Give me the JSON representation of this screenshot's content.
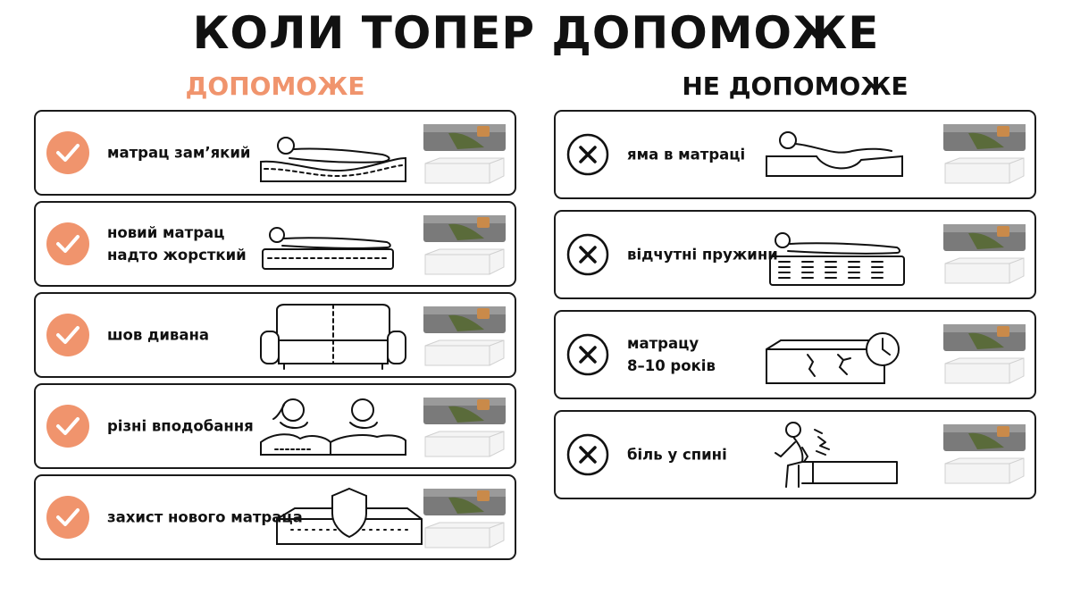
{
  "title": "КОЛИ ТОПЕР ДОПОМОЖЕ",
  "helps": {
    "heading": "ДОПОМОЖЕ",
    "items": [
      {
        "label": "матрац зам’який"
      },
      {
        "label": "новий матрац\nнадто жорсткий"
      },
      {
        "label": "шов дивана"
      },
      {
        "label": "різні вподобання"
      },
      {
        "label": "захист нового матраца"
      }
    ]
  },
  "not_helps": {
    "heading": "НЕ ДОПОМОЖЕ",
    "items": [
      {
        "label": "яма в матраці"
      },
      {
        "label": "відчутні пружини"
      },
      {
        "label": "матрацу\n8–10 років"
      },
      {
        "label": "біль у спині"
      }
    ]
  },
  "colors": {
    "accent": "#f0946d",
    "ink": "#111111",
    "sofa": "#6b6b6b",
    "blanket": "#5a6b3a",
    "pillow": "#c98a4a"
  },
  "icons": {
    "helps_badge": "check-circle-icon",
    "not_helps_badge": "x-circle-icon"
  }
}
